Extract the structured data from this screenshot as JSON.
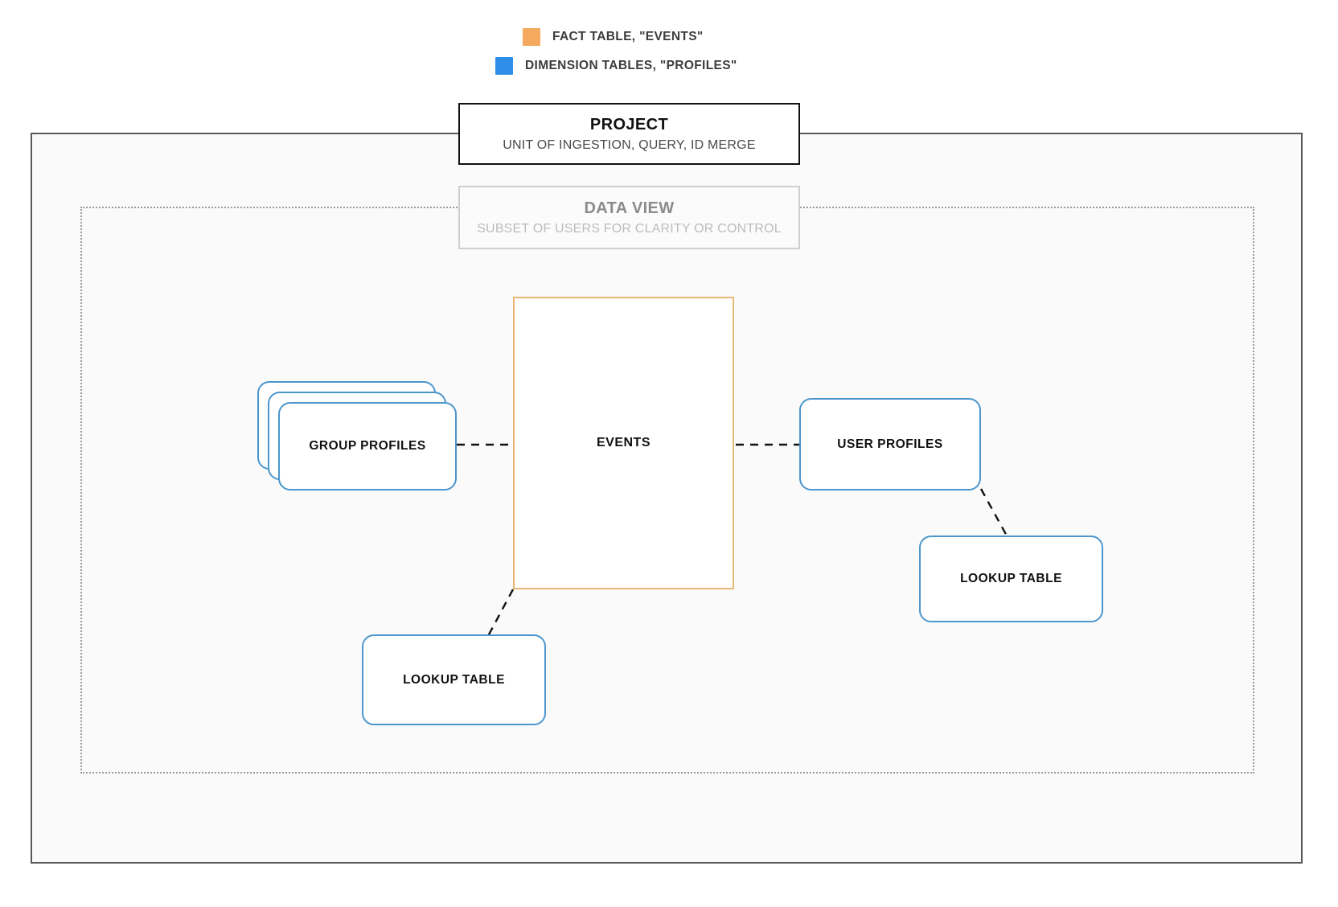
{
  "legend": {
    "items": [
      {
        "label": "FACT TABLE, \"EVENTS\"",
        "color": "#f4a95f",
        "icon": "square-swatch-icon"
      },
      {
        "label": "DIMENSION TABLES, \"PROFILES\"",
        "color": "#2f8fe8",
        "icon": "square-swatch-icon"
      }
    ]
  },
  "project": {
    "title": "PROJECT",
    "subtitle": "UNIT OF INGESTION, QUERY, ID MERGE"
  },
  "data_view": {
    "title": "DATA VIEW",
    "subtitle": "SUBSET OF USERS FOR CLARITY OR CONTROL"
  },
  "fact_table": {
    "label": "EVENTS",
    "border_color": "#e8b873"
  },
  "dimension_tables": {
    "group_profiles": {
      "label": "GROUP PROFILES",
      "stacked": "3",
      "border_color": "#4b96cc"
    },
    "user_profiles": {
      "label": "USER PROFILES",
      "border_color": "#4b96cc"
    },
    "lookup_table_left": {
      "label": "LOOKUP TABLE",
      "border_color": "#4b96cc"
    },
    "lookup_table_right": {
      "label": "LOOKUP TABLE",
      "border_color": "#4b96cc"
    }
  },
  "connectors": [
    {
      "from": "group-profiles",
      "to": "events",
      "style": "dashed"
    },
    {
      "from": "events",
      "to": "user-profiles",
      "style": "dashed"
    },
    {
      "from": "events",
      "to": "lookup-table-left",
      "style": "dashed"
    },
    {
      "from": "user-profiles",
      "to": "lookup-table-right",
      "style": "dashed"
    }
  ]
}
